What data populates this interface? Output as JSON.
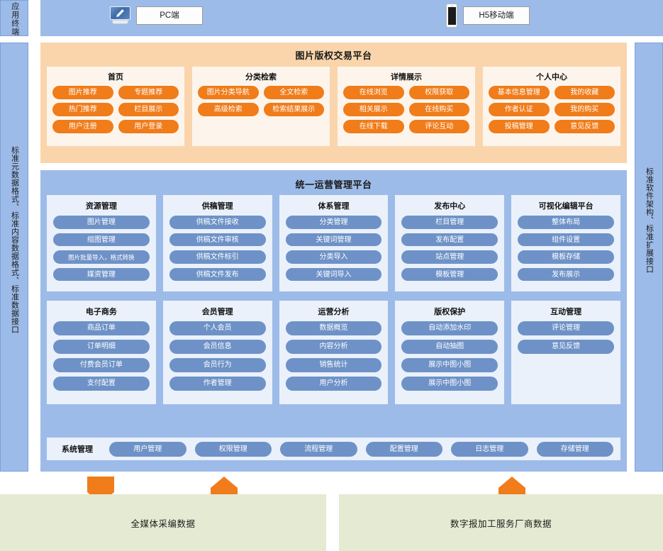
{
  "left_rails": [
    {
      "name": "application-terminal",
      "text": "应用终端"
    },
    {
      "name": "data-standards",
      "text": "标准元数据格式、标准内容数据格式、标准数据接口"
    }
  ],
  "right_rail": {
    "name": "software-standards",
    "text": "标准软件架构、标准扩展接口"
  },
  "terminals": [
    {
      "icon": "desktop-monitor-icon",
      "label": "PC端"
    },
    {
      "icon": "mobile-phone-icon",
      "label": "H5移动端"
    }
  ],
  "orange_platform": {
    "title": "图片版权交易平台",
    "cards": [
      {
        "title": "首页",
        "items": [
          "图片推荐",
          "专题推荐",
          "热门推荐",
          "栏目展示",
          "用户注册",
          "用户登录"
        ]
      },
      {
        "title": "分类检索",
        "items": [
          "图片分类导航",
          "全文检索",
          "高级检索",
          "检索结果展示"
        ]
      },
      {
        "title": "详情展示",
        "items": [
          "在线浏览",
          "权限获取",
          "相关展示",
          "在线购买",
          "在线下载",
          "评论互动"
        ]
      },
      {
        "title": "个人中心",
        "items": [
          "基本信息管理",
          "我的收藏",
          "作者认证",
          "我的购买",
          "投稿管理",
          "意见反馈"
        ]
      }
    ]
  },
  "blue_platform": {
    "title": "统一运营管理平台",
    "row1": [
      {
        "title": "资源管理",
        "items": [
          "图片管理",
          "组图管理",
          "图片批量导入，格式转换",
          "媒资管理"
        ]
      },
      {
        "title": "供稿管理",
        "items": [
          "供稿文件接收",
          "供稿文件审核",
          "供稿文件标引",
          "供稿文件发布"
        ]
      },
      {
        "title": "体系管理",
        "items": [
          "分类管理",
          "关键词管理",
          "分类导入",
          "关键词导入"
        ]
      },
      {
        "title": "发布中心",
        "items": [
          "栏目管理",
          "发布配置",
          "站点管理",
          "模板管理"
        ]
      },
      {
        "title": "可视化编辑平台",
        "items": [
          "整体布局",
          "组件设置",
          "模板存储",
          "发布展示"
        ]
      }
    ],
    "row2": [
      {
        "title": "电子商务",
        "items": [
          "商品订单",
          "订单明细",
          "付费会员订单",
          "支付配置"
        ]
      },
      {
        "title": "会员管理",
        "items": [
          "个人会员",
          "会员信息",
          "会员行为",
          "作者管理"
        ]
      },
      {
        "title": "运营分析",
        "items": [
          "数据概览",
          "内容分析",
          "销售统计",
          "用户分析"
        ]
      },
      {
        "title": "版权保护",
        "items": [
          "自动添加水印",
          "自动抽图",
          "展示中图小图",
          "展示中图小图"
        ]
      },
      {
        "title": "互动管理",
        "items": [
          "评论管理",
          "意见反馈"
        ]
      }
    ],
    "system": {
      "label": "系统管理",
      "items": [
        "用户管理",
        "权限管理",
        "流程管理",
        "配置管理",
        "日志管理",
        "存储管理"
      ]
    }
  },
  "arrows": [
    {
      "name": "arrow-down-to-media-data",
      "direction": "down"
    },
    {
      "name": "arrow-up-from-media-data",
      "direction": "up"
    },
    {
      "name": "arrow-up-from-vendor-data",
      "direction": "up"
    }
  ],
  "data_sources": [
    {
      "name": "media-editorial-data",
      "label": "全媒体采编数据"
    },
    {
      "name": "digital-vendor-data",
      "label": "数字报加工服务厂商数据"
    }
  ],
  "colors": {
    "rail_blue": "#9dbbe8",
    "orange_band": "#fad5ab",
    "orange_pill": "#f07c1a",
    "blue_card": "#eaf1fb",
    "blue_pill": "#6e92c7",
    "green_source": "#e4ebd2",
    "arrow_orange": "#f17c1b"
  }
}
